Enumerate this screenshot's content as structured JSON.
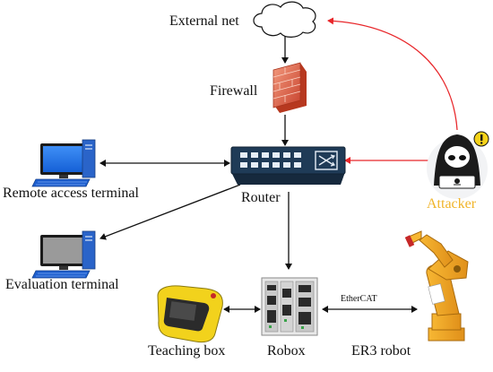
{
  "diagram": {
    "nodes": {
      "external_net": "External net",
      "firewall": "Firewall",
      "router": "Router",
      "remote_terminal": "Remote access terminal",
      "evaluation_terminal": "Evaluation terminal",
      "attacker": "Attacker",
      "teaching_box": "Teaching box",
      "robox": "Robox",
      "er3_robot": "ER3 robot"
    },
    "link_labels": {
      "ethercat": "EtherCAT"
    },
    "colors": {
      "attack_arrow": "#e8262a",
      "normal_arrow": "#111111",
      "router_body": "#1f3b57",
      "monitor_blue": "#1e6ff0",
      "firewall_red": "#d94f3a",
      "attacker_label": "#f0b429",
      "robot_orange": "#f5a623",
      "teaching_box_yellow": "#f2d21c"
    },
    "icons": [
      "cloud-icon",
      "firewall-icon",
      "router-icon",
      "computer-icon",
      "hacker-icon",
      "warning-icon",
      "teaching-box-icon",
      "controller-icon",
      "robot-arm-icon"
    ]
  }
}
